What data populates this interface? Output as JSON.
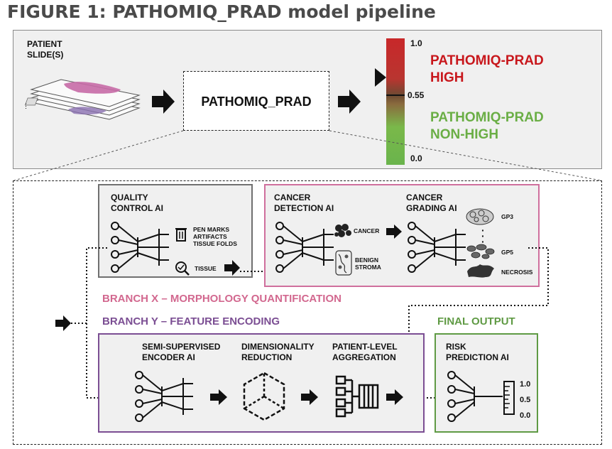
{
  "title": "FIGURE 1: PATHOMIQ_PRAD model pipeline",
  "top": {
    "patient_slides": [
      "PATIENT",
      "SLIDE(S)"
    ],
    "model_name": "PATHOMIQ_PRAD",
    "scale": {
      "max": "1.0",
      "threshold": "0.55",
      "min": "0.0"
    },
    "high_label": [
      "PATHOMIQ-PRAD",
      "HIGH"
    ],
    "nonhigh_label": [
      "PATHOMIQ-PRAD",
      "NON-HIGH"
    ]
  },
  "quality_control": {
    "title": [
      "QUALITY",
      "CONTROL AI"
    ],
    "items": [
      "PEN MARKS",
      "ARTIFACTS",
      "TISSUE FOLDS"
    ],
    "tissue": "TISSUE"
  },
  "cancer_detection": {
    "title": [
      "CANCER",
      "DETECTION AI"
    ],
    "cancer": "CANCER",
    "benign": [
      "BENIGN",
      "STROMA"
    ]
  },
  "cancer_grading": {
    "title": [
      "CANCER",
      "GRADING AI"
    ],
    "gp3": "GP3",
    "gp5": "GP5",
    "necrosis": "NECROSIS"
  },
  "branch_x": "BRANCH X – MORPHOLOGY QUANTIFICATION",
  "branch_y": "BRANCH Y – FEATURE ENCODING",
  "final_output": "FINAL OUTPUT",
  "feature_encoding": {
    "encoder": [
      "SEMI-SUPERVISED",
      "ENCODER AI"
    ],
    "dimred": [
      "DIMENSIONALITY",
      "REDUCTION"
    ],
    "aggregation": [
      "PATIENT-LEVEL",
      "AGGREGATION"
    ]
  },
  "risk": {
    "title": [
      "RISK",
      "PREDICTION AI"
    ],
    "scale": [
      "1.0",
      "0.5",
      "0.0"
    ]
  },
  "colors": {
    "high": "#c8171c",
    "nonhigh": "#6aae45",
    "branch_x": "#d2688f",
    "branch_y": "#7b4e93",
    "final": "#5f9a44"
  }
}
